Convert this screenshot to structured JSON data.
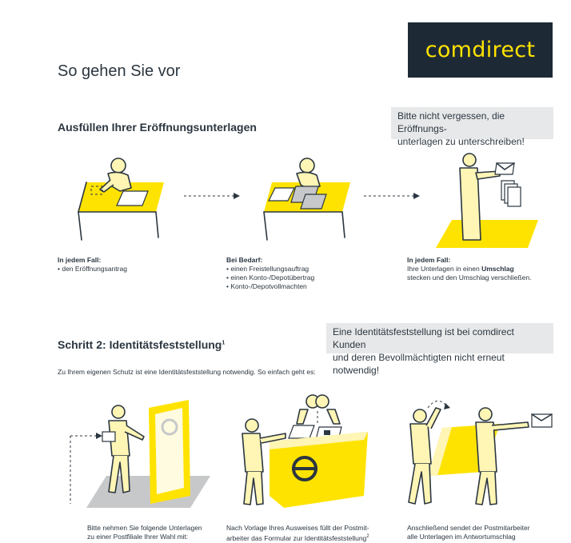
{
  "logo": {
    "text": "comdirect"
  },
  "page_title": "So gehen Sie vor",
  "step1": {
    "heading": "Ausfüllen Ihrer Eröffnungsunterlagen",
    "note_line1": "Bitte nicht vergessen, die Eröffnungs-",
    "note_line2": "unterlagen zu unterschreiben!",
    "col1": {
      "title": "In jedem Fall:",
      "items": [
        "• den Eröffnungsantrag"
      ]
    },
    "col2": {
      "title": "Bei Bedarf:",
      "items": [
        "• einen Freistellungsauftrag",
        "• einen Konto-/Depotübertrag",
        "• Konto-/Depotvollmachten"
      ]
    },
    "col3": {
      "title": "In jedem Fall:",
      "line1_pre": "Ihre Unterlagen in einen ",
      "line1_bold": "Umschlag",
      "line2": "stecken und den Umschlag verschließen."
    }
  },
  "step2": {
    "heading": "Schritt 2: Identitätsfeststellung",
    "heading_sup": "1",
    "note_line1": "Eine Identitätsfeststellung ist bei comdirect Kunden",
    "note_line2": "und deren Bevollmächtigten nicht erneut notwendig!",
    "intro": "Zu Ihrem eigenen Schutz ist eine Identitätsfeststellung notwendig. So einfach geht es:",
    "cap1_line1": "Bitte nehmen Sie folgende Unterlagen",
    "cap1_line2": "zu einer Postfiliale Ihrer Wahl mit:",
    "cap2_line1": "Nach Vorlage Ihres Ausweises füllt der Postmit-",
    "cap2_line2": "arbeiter das Formular zur Identitätsfeststellung",
    "cap2_sup": "2",
    "cap3_line1": "Anschließend sendet der Postmitarbeiter",
    "cap3_line2": "alle Unterlagen im Antwortumschlag"
  }
}
